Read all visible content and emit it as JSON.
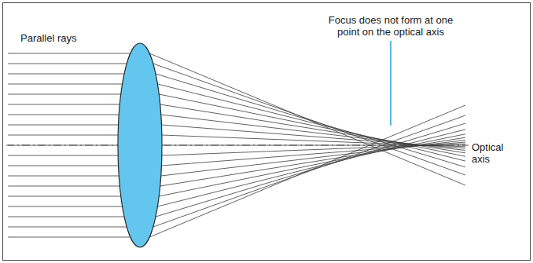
{
  "diagram": {
    "labels": [
      "Parallel rays",
      "Focus does not form at one point on the optical axis",
      "Optical axis"
    ]
  }
}
